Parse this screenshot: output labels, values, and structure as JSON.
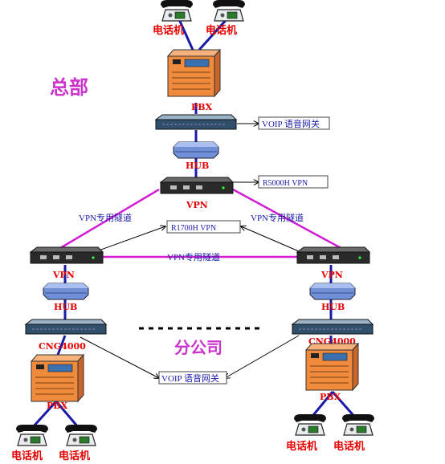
{
  "colors": {
    "link": "#1a1aa8",
    "tunnel": "#d21ed2",
    "labelRed": "#e60000",
    "labelMagenta": "#cc33cc",
    "pbx": "#f08a3c",
    "hub": "#6f8fd6",
    "router": "#2a2a2a",
    "gateway": "#2f4f6a"
  },
  "sections": {
    "headquarters": "总部",
    "branch": "分公司"
  },
  "phones": {
    "hq_left": "电话机",
    "hq_right": "电话机",
    "branch_left_a": "电话机",
    "branch_left_b": "电话机",
    "branch_right_a": "电话机",
    "branch_right_b": "电话机"
  },
  "devices": {
    "hq_pbx": "PBX",
    "hq_hub": "HUB",
    "hq_vpn": "VPN",
    "left_vpn": "VPN",
    "left_hub": "HUB",
    "left_gateway": "CNG4000",
    "left_pbx": "PBX",
    "right_vpn": "VPN",
    "right_hub": "HUB",
    "right_gateway": "CNG4000",
    "right_pbx": "PBX"
  },
  "callouts": {
    "hq_gateway": "VOIP 语音网关",
    "hq_vpn": "R5000H VPN",
    "branch_vpn": "R1700H VPN",
    "branch_gateway": "VOIP 语音网关"
  },
  "tunnels": {
    "left": "VPN专用隧道",
    "right": "VPN专用隧道",
    "middle": "VPN专用隧道"
  },
  "icons": {
    "phone": "telephone-icon",
    "pbx": "pbx-cabinet-icon",
    "hub": "hub-icon",
    "router": "vpn-router-icon",
    "gateway": "voip-gateway-icon"
  }
}
